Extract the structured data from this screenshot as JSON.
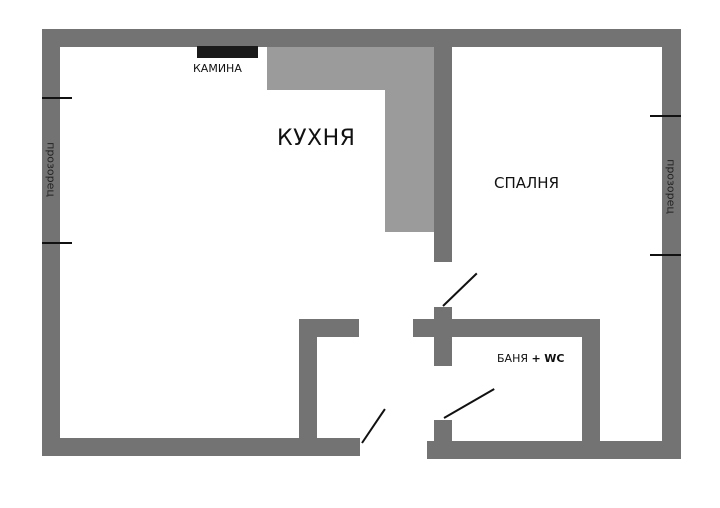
{
  "floor_plan": {
    "rooms": {
      "kitchen": {
        "label": "КУХНЯ"
      },
      "bedroom": {
        "label": "СПАЛНЯ"
      },
      "bathroom": {
        "label_main": "БАНЯ",
        "label_plus": "+",
        "label_wc": "WC"
      }
    },
    "fixtures": {
      "fireplace": {
        "label": "КАМИНА"
      }
    },
    "windows": [
      {
        "label": "прозорец",
        "side": "left"
      },
      {
        "label": "прозорец",
        "side": "right"
      }
    ],
    "colors": {
      "wall": "#737373",
      "counter": "#9b9b9b",
      "fireplace": "#1a1a1a",
      "background": "#ffffff"
    }
  }
}
